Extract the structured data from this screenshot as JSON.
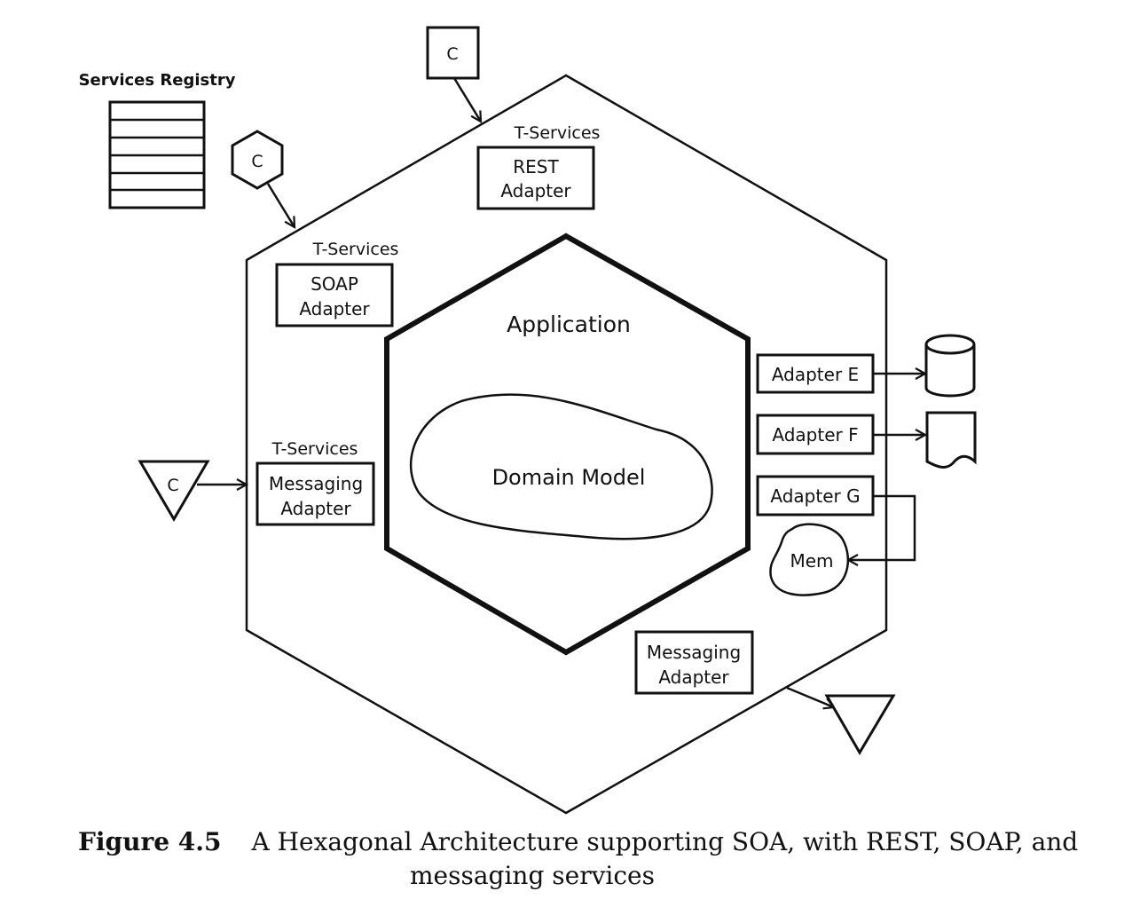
{
  "diagram": {
    "registry_title": "Services Registry",
    "client_top": "C",
    "client_hex": "C",
    "client_triangle": "C",
    "rest": {
      "group": "T-Services",
      "line1": "REST",
      "line2": "Adapter"
    },
    "soap": {
      "group": "T-Services",
      "line1": "SOAP",
      "line2": "Adapter"
    },
    "messaging_left": {
      "group": "T-Services",
      "line1": "Messaging",
      "line2": "Adapter"
    },
    "application_label": "Application",
    "domain_model_label": "Domain Model",
    "adapter_e": "Adapter E",
    "adapter_f": "Adapter F",
    "adapter_g": "Adapter G",
    "mem_label": "Mem",
    "messaging_bottom": {
      "line1": "Messaging",
      "line2": "Adapter"
    }
  },
  "caption": {
    "figure_number": "Figure 4.5",
    "text_line1": "A Hexagonal Architecture supporting SOA, with REST, SOAP, and",
    "text_line2": "messaging services"
  }
}
